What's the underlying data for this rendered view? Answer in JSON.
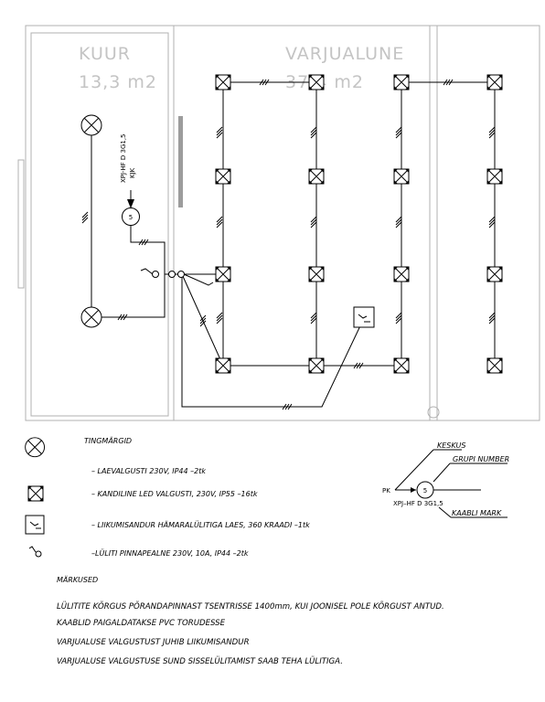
{
  "rooms": {
    "kuur_name": "KUUR",
    "kuur_area": "13,3 m2",
    "varjualune_name": "VARJUALUNE",
    "varjualune_area": "37,4 m2"
  },
  "plan": {
    "cable_vertical_1": "XPJ-HF D 3G1,5",
    "cable_vertical_2": "KJK",
    "group_number": "5"
  },
  "legend": {
    "title": "TINGMÄRGID",
    "items": [
      {
        "icon": "ceiling-lamp-icon",
        "text": "– LAEVALGUSTI 230V, IP44 –2tk"
      },
      {
        "icon": "square-led-icon",
        "text": "– KANDILINE LED  VALGUSTI,  230V, IP55 –16tk"
      },
      {
        "icon": "motion-sensor-icon",
        "text": "– LIIKUMISANDUR HÄMARALÜLITIGA LAES, 360 KRAADI –1tk"
      },
      {
        "icon": "switch-icon",
        "text": "–LÜLITI PINNAPEALNE 230V, 10A, IP44 –2tk"
      }
    ]
  },
  "key": {
    "keskus": "KESKUS",
    "grupi_number": "GRUPI NUMBER",
    "pk": "PK",
    "number": "5",
    "cable": "XPJ–HF D  3G1,5",
    "kaabli_mark": "KAABLI MARK"
  },
  "notes": {
    "title": "MÄRKUSED",
    "lines": [
      "LÜLITITE  KÕRGUS PÕRANDAPINNAST TSENTRISSE 1400mm, KUI JOONISEL POLE KÕRGUST ANTUD.",
      "KAABLID PAIGALDATAKSE PVC TORUDESSE",
      "VARJUALUSE VALGUSTUST JUHIB LIIKUMISANDUR",
      "VARJUALUSE VALGUSTUSE SUND SISSELÜLITAMIST  SAAB TEHA LÜLITIGA."
    ]
  }
}
